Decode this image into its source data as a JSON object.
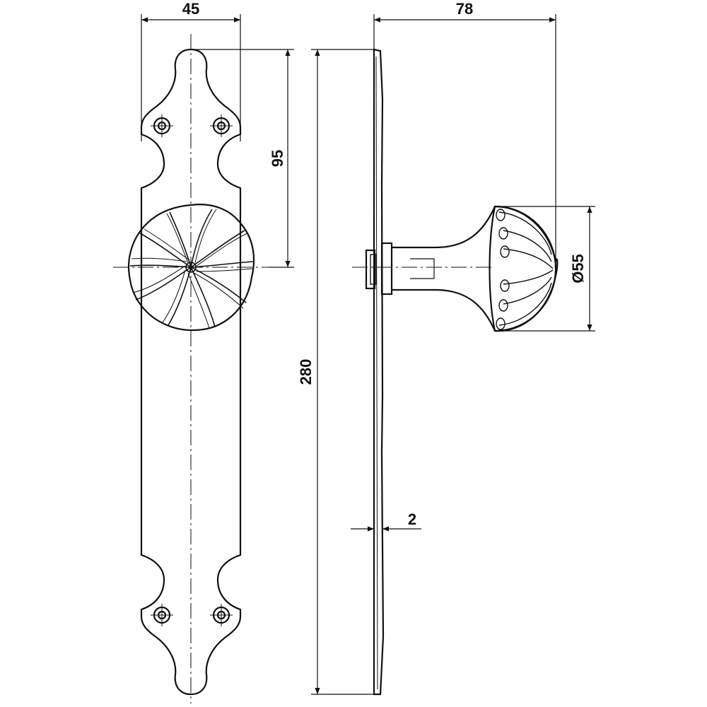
{
  "dimensions": {
    "plate_width": "45",
    "hole_to_knob_distance": "95",
    "plate_height": "280",
    "projection": "78",
    "knob_diameter": "Ø55",
    "plate_thickness": "2"
  },
  "colors": {
    "line": "#111111",
    "background": "#ffffff"
  }
}
